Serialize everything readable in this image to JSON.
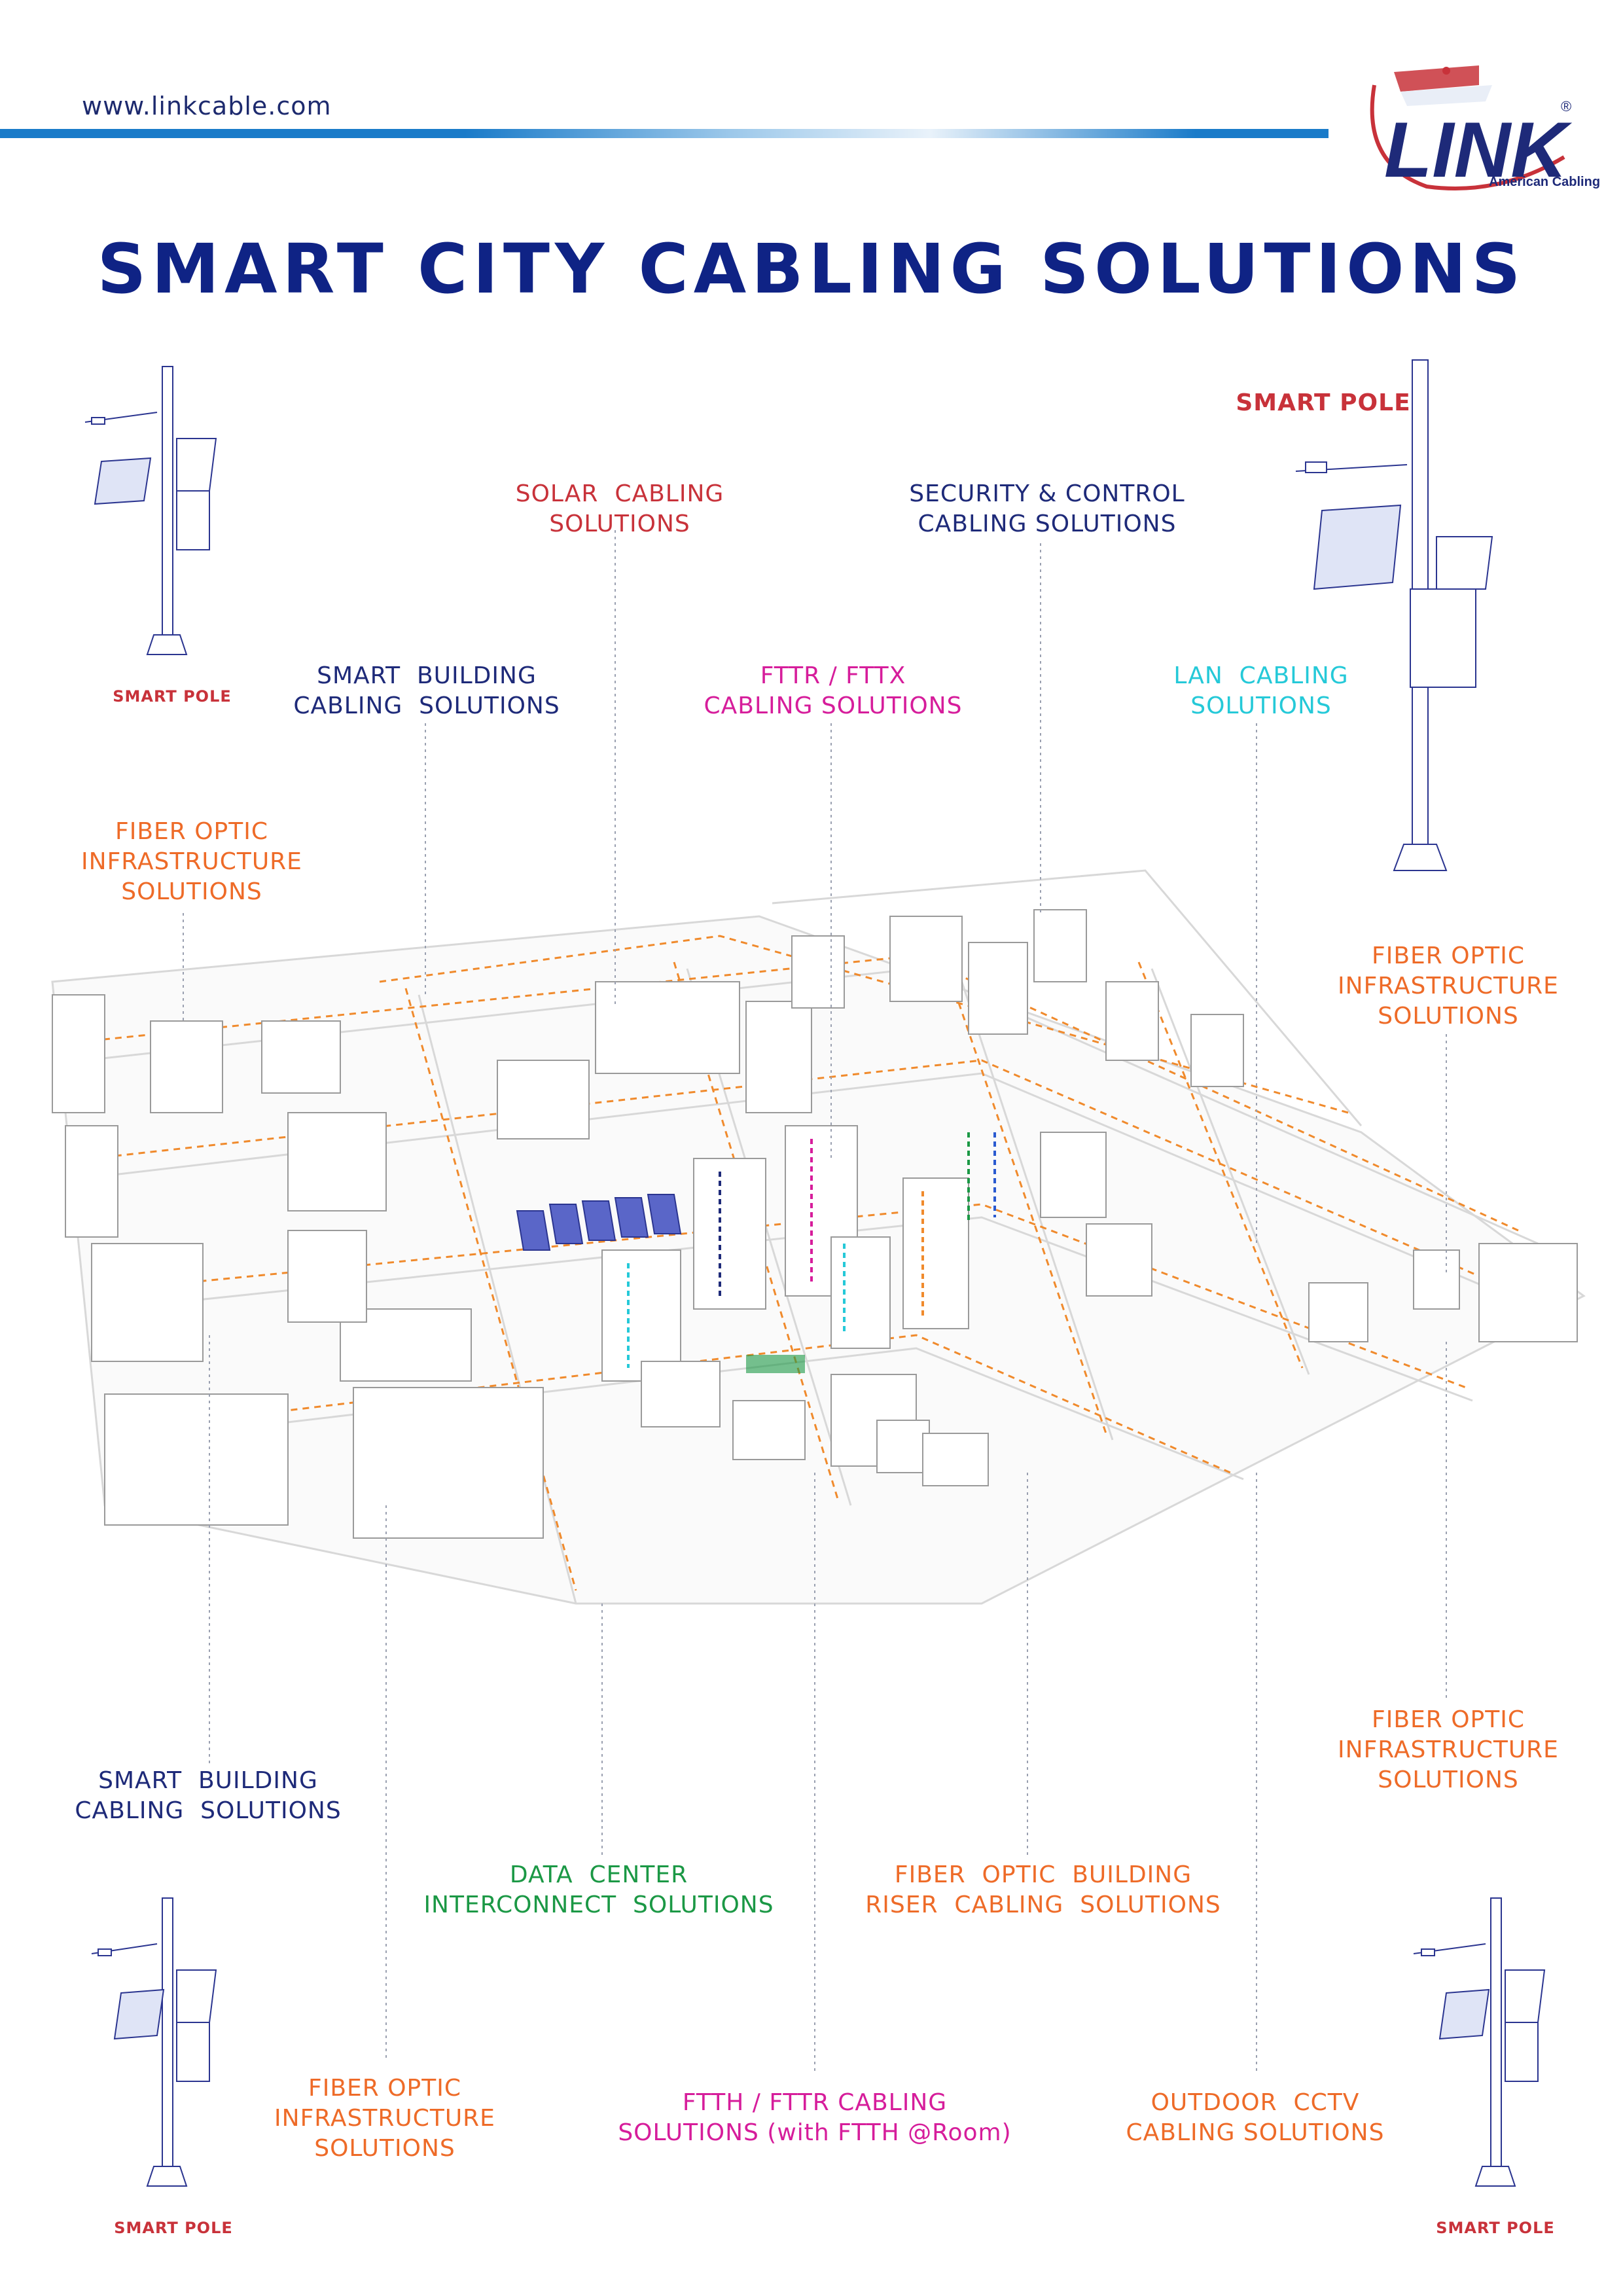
{
  "header": {
    "website": "www.linkcable.com",
    "title": "SMART  CITY  CABLING  SOLUTIONS"
  },
  "logo": {
    "brand": "LINK",
    "tagline": "American Cabling",
    "registered": "®",
    "badge": "LINK"
  },
  "labels": {
    "solar": "SOLAR  CABLING\nSOLUTIONS",
    "security": "SECURITY & CONTROL\nCABLING SOLUTIONS",
    "smart_building_top": "SMART  BUILDING\nCABLING  SOLUTIONS",
    "fttr_fttx": "FTTR / FTTX\nCABLING SOLUTIONS",
    "lan": "LAN  CABLING\nSOLUTIONS",
    "fiber_top_left": "FIBER OPTIC\nINFRASTRUCTURE\nSOLUTIONS",
    "fiber_right_mid": "FIBER OPTIC\nINFRASTRUCTURE\nSOLUTIONS",
    "fiber_right_low": "FIBER OPTIC\nINFRASTRUCTURE\nSOLUTIONS",
    "smart_building_bottom": "SMART  BUILDING\nCABLING  SOLUTIONS",
    "data_center": "DATA  CENTER\nINTERCONNECT  SOLUTIONS",
    "riser": "FIBER  OPTIC  BUILDING\nRISER  CABLING  SOLUTIONS",
    "fiber_bottom": "FIBER OPTIC\nINFRASTRUCTURE\nSOLUTIONS",
    "ftth": "FTTH / FTTR CABLING\nSOLUTIONS (with FTTH @Room)",
    "cctv": "OUTDOOR  CCTV\nCABLING SOLUTIONS"
  },
  "poles": {
    "top_left": "SMART POLE",
    "top_right": "SMART POLE",
    "bottom_left": "SMART POLE",
    "bottom_right": "SMART POLE"
  },
  "colors": {
    "title": "#0f2385",
    "orange": "#ee6b28",
    "navy": "#1e2a79",
    "red": "#c8323a",
    "magenta": "#d61d9b",
    "cyan": "#25c9d8",
    "green": "#1b9845",
    "fiber_route": "#f08a2c"
  }
}
